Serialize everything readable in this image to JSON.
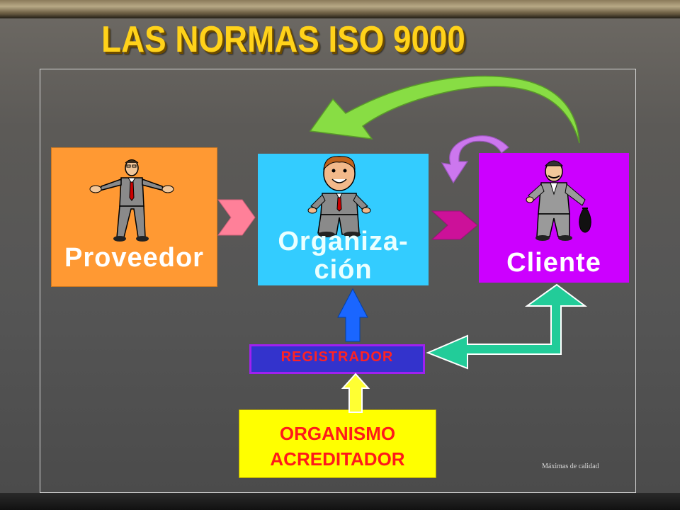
{
  "title": "LAS NORMAS ISO 9000",
  "boxes": {
    "proveedor": {
      "label": "Proveedor",
      "color": "#ff9933"
    },
    "organizacion": {
      "label_line1": "Organiza-",
      "label_line2": "ción",
      "color": "#33ccff"
    },
    "cliente": {
      "label": "Cliente",
      "color": "#cc00ff"
    },
    "registrador": {
      "label": "REGISTRADOR",
      "color": "#3333cc"
    },
    "organismo": {
      "label_line1": "ORGANISMO",
      "label_line2": "ACREDITADOR",
      "color": "#ffff00"
    }
  },
  "footnote": "Máximas de calidad",
  "icons": [
    "businessman-shrug-icon",
    "smiling-man-icon",
    "man-with-moneybag-icon"
  ]
}
